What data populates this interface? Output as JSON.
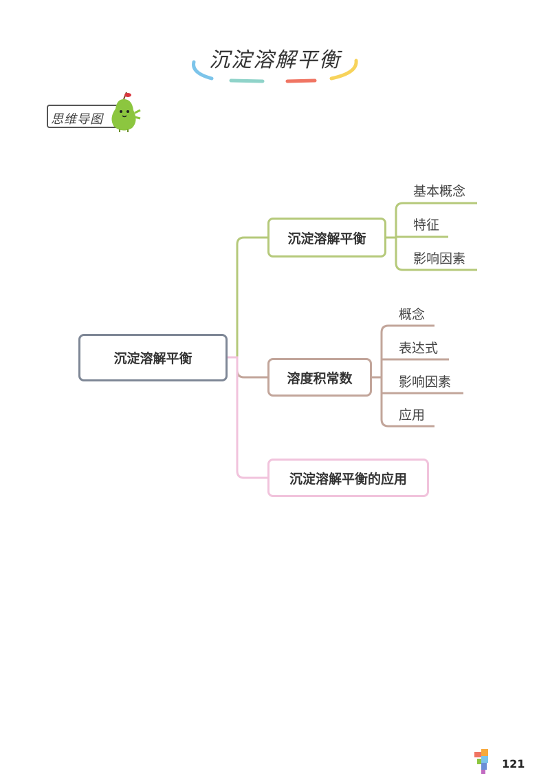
{
  "header": {
    "title": "沉淀溶解平衡"
  },
  "badge": {
    "label": "思维导图"
  },
  "mindmap": {
    "root": "沉淀溶解平衡",
    "branches": [
      {
        "label": "沉淀溶解平衡",
        "color": "#b5c97a",
        "children": [
          "基本概念",
          "特征",
          "影响因素"
        ]
      },
      {
        "label": "溶度积常数",
        "color": "#c2a59a",
        "children": [
          "概念",
          "表达式",
          "影响因素",
          "应用"
        ]
      },
      {
        "label": "沉淀溶解平衡的应用",
        "color": "#f1c3dc",
        "children": []
      }
    ]
  },
  "footer": {
    "page_number": "121"
  },
  "colors": {
    "root_border": "#7e8796",
    "arc_blue": "#7cc4ea",
    "arc_teal": "#8fd3c9",
    "arc_red": "#f07563",
    "arc_yellow": "#f7d35b",
    "pear_green": "#8cc63f"
  },
  "icons": [
    "pear-mascot-icon",
    "publisher-logo-icon"
  ]
}
